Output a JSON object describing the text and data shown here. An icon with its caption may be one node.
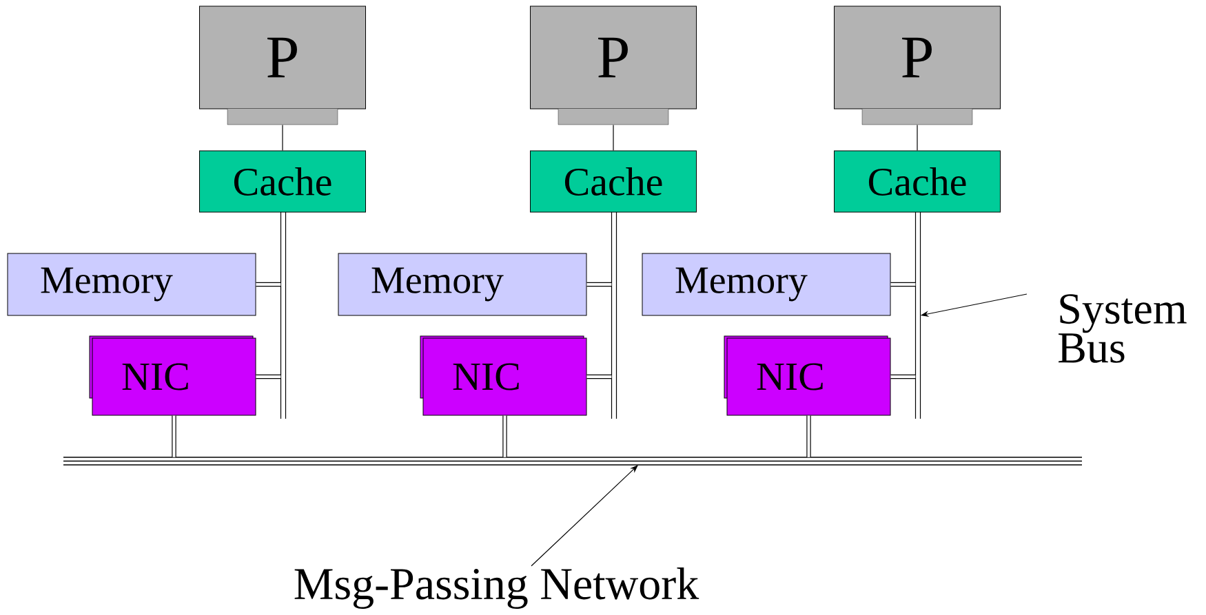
{
  "diagram": {
    "nodes": [
      {
        "text": [
          "P"
        ]
      },
      {
        "text": [
          "P"
        ]
      },
      {
        "text": [
          "P"
        ]
      },
      {
        "text": [
          "Cache"
        ]
      },
      {
        "text": [
          "Cache"
        ]
      },
      {
        "text": [
          "Cache"
        ]
      },
      {
        "text": [
          "Memory"
        ]
      },
      {
        "text": [
          "Memory"
        ]
      },
      {
        "text": [
          "Memory"
        ]
      },
      {
        "text": [
          "NIC"
        ]
      },
      {
        "text": [
          "NIC"
        ]
      },
      {
        "text": [
          "NIC"
        ]
      },
      {
        "text": [],
        "shape": "bar"
      },
      {
        "text": [],
        "shape": "bar"
      },
      {
        "text": [],
        "shape": "bar"
      },
      {
        "text": [
          "System Bus"
        ]
      },
      {
        "text": [],
        "shape": "bar"
      },
      {
        "text": [
          "Msg-Passing Network"
        ]
      }
    ],
    "edges": [
      {
        "from": 0,
        "to": 3,
        "arrow": "none"
      },
      {
        "from": 1,
        "to": 4,
        "arrow": "none"
      },
      {
        "from": 2,
        "to": 5,
        "arrow": "none"
      },
      {
        "from": 6,
        "to": 12,
        "arrow": "none"
      },
      {
        "from": 7,
        "to": 13,
        "arrow": "none"
      },
      {
        "from": 8,
        "to": 14,
        "arrow": "none"
      },
      {
        "from": 9,
        "to": 12,
        "arrow": "none"
      },
      {
        "from": 10,
        "to": 13,
        "arrow": "none"
      },
      {
        "from": 11,
        "to": 14,
        "arrow": "none"
      },
      {
        "from": 9,
        "to": 16,
        "arrow": "none"
      },
      {
        "from": 10,
        "to": 16,
        "arrow": "none"
      },
      {
        "from": 11,
        "to": 16,
        "arrow": "none"
      },
      {
        "from": 15,
        "to": 14,
        "arrow": "to"
      },
      {
        "from": 17,
        "to": 16,
        "arrow": "to"
      }
    ]
  }
}
